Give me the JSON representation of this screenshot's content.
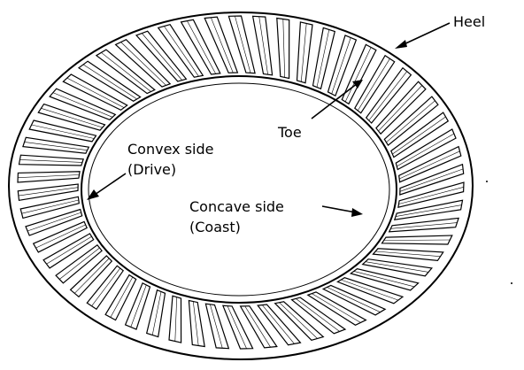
{
  "labels": {
    "heel": "Heel",
    "toe": "Toe",
    "convex_line1": "Convex side",
    "convex_line2": "(Drive)",
    "concave_line1": "Concave side",
    "concave_line2": "(Coast)"
  },
  "gear": {
    "tooth_count": 58,
    "ink_color": "#000000",
    "paper_color": "#ffffff"
  }
}
